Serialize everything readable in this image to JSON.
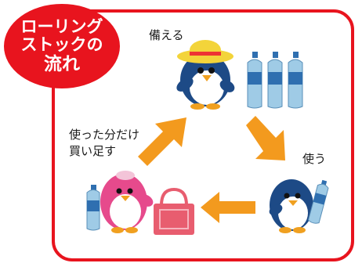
{
  "badge": {
    "line1": "ローリング",
    "line2": "ストックの",
    "line3": "流れ"
  },
  "labels": {
    "prepare": "備える",
    "use": "使う",
    "buy_line1": "使った分だけ",
    "buy_line2": "買い足す"
  },
  "colors": {
    "frame": "#e8141e",
    "arrow": "#f39a1e",
    "penguin_blue": "#1d4a86",
    "penguin_pink": "#e64a8c",
    "bottle": "#9fcbe6",
    "bag": "#e85d6f"
  }
}
